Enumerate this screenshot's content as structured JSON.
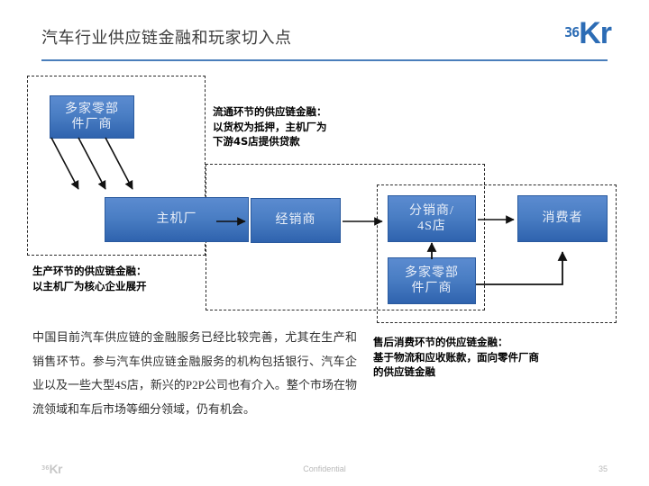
{
  "header": {
    "title": "汽车行业供应链金融和玩家切入点",
    "logo_num": "36",
    "logo_kr": "Kr"
  },
  "diagram": {
    "regions": {
      "production_label": "production-stage-region",
      "circulation_label": "circulation-stage-region",
      "aftermarket_label": "aftermarket-stage-region"
    },
    "nodes": {
      "parts_suppliers_top": "多家零部件\n件厂商",
      "parts_suppliers_top_line1": "多家零部",
      "parts_suppliers_top_line2": "件厂商",
      "oem": "主机厂",
      "dealer": "经销商",
      "distributor_line1": "分销商/",
      "distributor_line2": "4S店",
      "parts_suppliers_after_line1": "多家零部",
      "parts_suppliers_after_line2": "件厂商",
      "consumer": "消费者"
    }
  },
  "annotations": {
    "circulation": "流通环节的供应链金融：\n以货权为抵押，主机厂为\n下游4S店提供贷款",
    "production": "生产环节的供应链金融：\n以主机厂为核心企业展开",
    "aftermarket": "售后消费环节的供应链金融：\n基于物流和应收账款，面向零件厂商\n的供应链金融"
  },
  "body": {
    "paragraph": "中国目前汽车供应链的金融服务已经比较完善，尤其在生产和销售环节。参与汽车供应链金融服务的机构包括银行、汽车企业以及一些大型4S店，新兴的P2P公司也有介入。整个市场在物流领域和车后市场等细分领域，仍有机会。"
  },
  "footer": {
    "logo_num": "36",
    "logo_kr": "Kr",
    "confidential": "Confidential",
    "page_number": "35"
  },
  "colors": {
    "accent_blue": "#2c6cb5",
    "rule_blue": "#4a7ebb",
    "node_fill_top": "#5b8bd0",
    "node_fill_bottom": "#2f63ae",
    "node_border": "#2a5a9e",
    "dashed_border": "#2b2b2b",
    "body_text": "#2f2f2f",
    "footer_text": "#b9b9b9"
  }
}
